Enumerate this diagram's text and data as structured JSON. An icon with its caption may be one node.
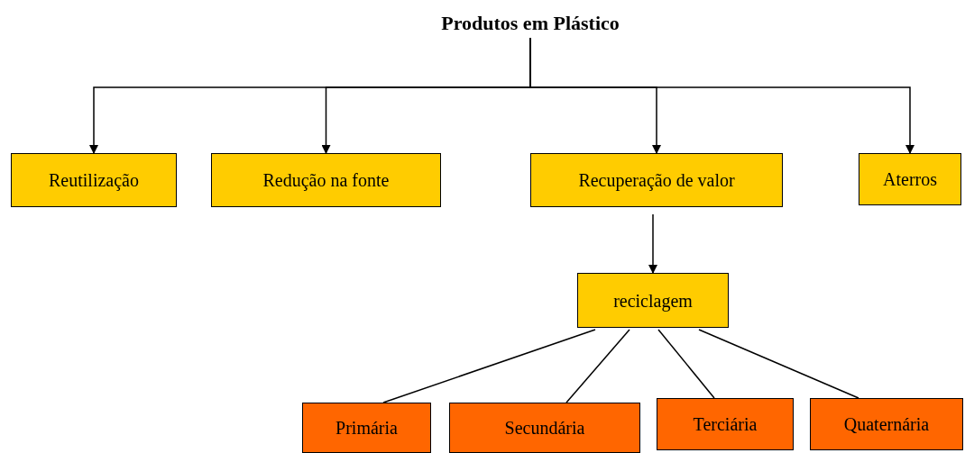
{
  "diagram": {
    "nodes": [
      {
        "text": [
          "Produtos em Plástico"
        ]
      },
      {
        "text": [
          "Reutilização"
        ]
      },
      {
        "text": [
          "Redução na fonte"
        ]
      },
      {
        "text": [
          "Recuperação de valor"
        ]
      },
      {
        "text": [
          "Aterros"
        ]
      },
      {
        "text": [
          "reciclagem"
        ]
      },
      {
        "text": [
          "Primária"
        ]
      },
      {
        "text": [
          "Secundária"
        ]
      },
      {
        "text": [
          "Terciária"
        ]
      },
      {
        "text": [
          "Quaternária"
        ]
      }
    ],
    "edges": [
      {
        "from": 0,
        "to": 1,
        "arrow": "to"
      },
      {
        "from": 0,
        "to": 2,
        "arrow": "to"
      },
      {
        "from": 0,
        "to": 3,
        "arrow": "to"
      },
      {
        "from": 0,
        "to": 4,
        "arrow": "to"
      },
      {
        "from": 3,
        "to": 5,
        "arrow": "to"
      },
      {
        "from": 5,
        "to": 6,
        "arrow": "none"
      },
      {
        "from": 5,
        "to": 7,
        "arrow": "none"
      },
      {
        "from": 5,
        "to": 8,
        "arrow": "none"
      },
      {
        "from": 5,
        "to": 9,
        "arrow": "none"
      }
    ]
  }
}
